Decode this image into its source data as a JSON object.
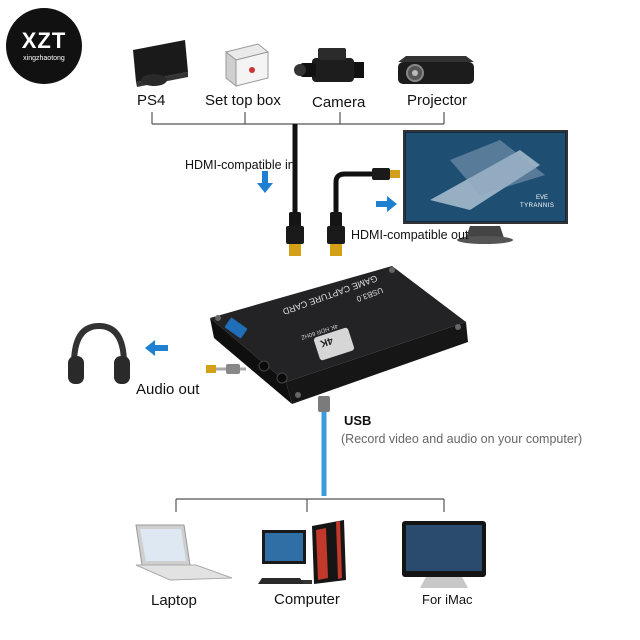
{
  "logo": {
    "mark": "XZT",
    "sub": "xingzhaotong"
  },
  "sources": [
    {
      "label": "PS4",
      "icon": "ps4-console-icon"
    },
    {
      "label": "Set top box",
      "icon": "set-top-box-icon"
    },
    {
      "label": "Camera",
      "icon": "video-camera-icon"
    },
    {
      "label": "Projector",
      "icon": "projector-icon"
    }
  ],
  "hdmi_in_label": "HDMI-compatible in",
  "hdmi_out_label": "HDMI-compatible out",
  "monitor_brand": "EVE",
  "monitor_text": "TYRANNIS",
  "device": {
    "line1": "GAME CAPTURE CARD",
    "line2": "USB3.0",
    "badge": "4K",
    "sub1": "4K HDR",
    "sub2": "60HZ"
  },
  "audio_out_label": "Audio out",
  "usb_label": "USB",
  "usb_note": "(Record video and audio on your computer)",
  "targets": [
    {
      "label": "Laptop",
      "icon": "laptop-icon"
    },
    {
      "label": "Computer",
      "icon": "desktop-computer-icon"
    },
    {
      "label": "For iMac",
      "icon": "imac-icon"
    }
  ],
  "colors": {
    "arrow": "#1f7fd0",
    "usb_cable": "#3a9be0",
    "device": "#1c1c1e",
    "line": "#444444"
  }
}
